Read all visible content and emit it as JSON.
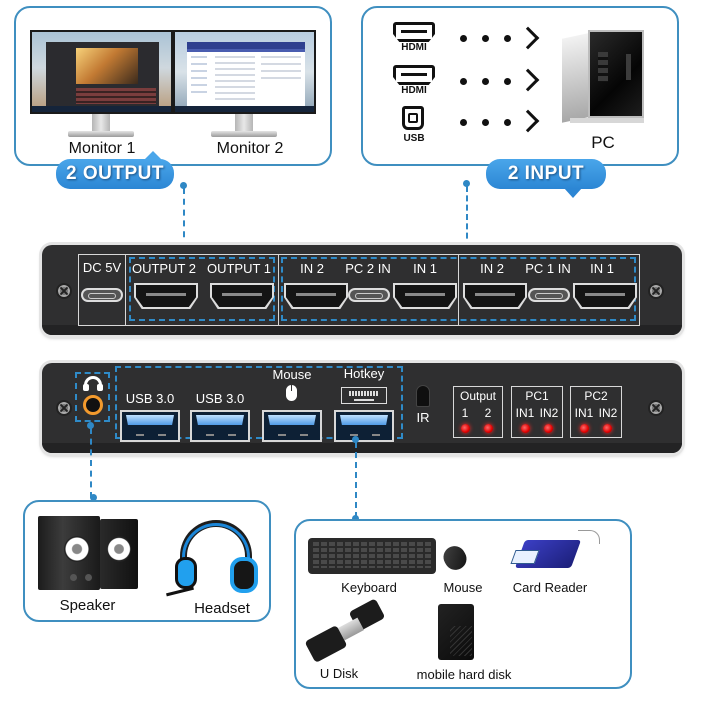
{
  "output_box": {
    "badge": "2 OUTPUT",
    "monitors": [
      {
        "label": "Monitor 1",
        "screen": "video-editor"
      },
      {
        "label": "Monitor 2",
        "screen": "email-client"
      }
    ]
  },
  "input_box": {
    "badge": "2 INPUT",
    "connections": [
      {
        "icon": "hdmi-icon",
        "caption": "HDMI"
      },
      {
        "icon": "hdmi-icon",
        "caption": "HDMI"
      },
      {
        "icon": "usb-b-icon",
        "caption": "USB"
      }
    ],
    "target_label": "PC"
  },
  "rear_panel": {
    "power": {
      "label": "DC 5V"
    },
    "outputs": [
      {
        "label": "OUTPUT 2"
      },
      {
        "label": "OUTPUT 1"
      }
    ],
    "pc2_group": [
      {
        "label": "IN 2",
        "type": "hdmi"
      },
      {
        "label": "PC 2 IN",
        "type": "usb-c"
      },
      {
        "label": "IN 1",
        "type": "hdmi"
      }
    ],
    "pc1_group": [
      {
        "label": "IN 2",
        "type": "hdmi"
      },
      {
        "label": "PC 1 IN",
        "type": "usb-c"
      },
      {
        "label": "IN 1",
        "type": "hdmi"
      }
    ]
  },
  "front_panel": {
    "audio": {
      "icon": "headphone-icon"
    },
    "usb_ports": [
      {
        "label": "USB 3.0"
      },
      {
        "label": "USB 3.0"
      },
      {
        "label": "Mouse",
        "icon": "mouse-icon"
      },
      {
        "label": "Hotkey",
        "icon": "keyboard-icon"
      }
    ],
    "ir": {
      "label": "IR"
    },
    "indicators": [
      {
        "title": "Output",
        "leds": [
          "1",
          "2"
        ]
      },
      {
        "title": "PC1",
        "leds": [
          "IN1",
          "IN2"
        ]
      },
      {
        "title": "PC2",
        "leds": [
          "IN1",
          "IN2"
        ]
      }
    ],
    "led_color": "#e00000"
  },
  "audio_box": {
    "items": [
      {
        "label": "Speaker"
      },
      {
        "label": "Headset"
      }
    ]
  },
  "usb_box": {
    "items": [
      {
        "label": "Keyboard"
      },
      {
        "label": "Mouse"
      },
      {
        "label": "Card Reader"
      },
      {
        "label": "U Disk"
      },
      {
        "label": "mobile hard disk"
      }
    ]
  },
  "colors": {
    "accent": "#2f88c5",
    "badge": "#3b99e0",
    "device_body": "#2f2f30"
  }
}
